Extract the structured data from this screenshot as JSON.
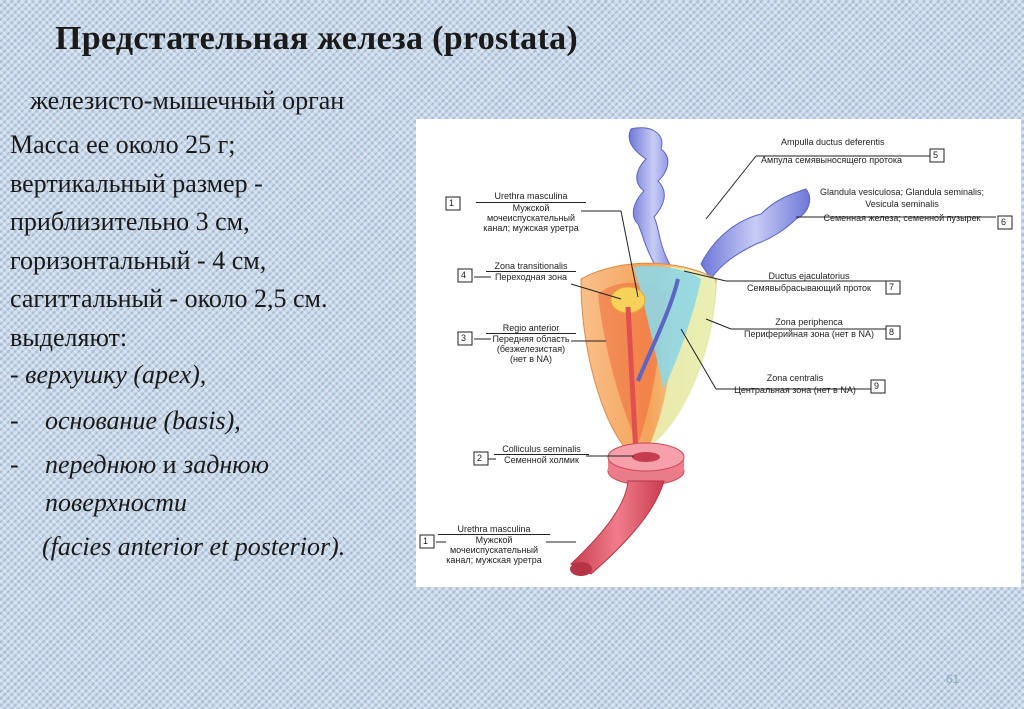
{
  "slide": {
    "title": "Предстательная железа  (prostata)",
    "subtitle": "железисто-мышечный орган",
    "facts": [
      "Масса ее около 25 г;",
      "вертикальный размер -",
      "приблизительно 3 см,",
      "горизонтальный - 4 см,",
      "сагиттальный - около 2,5 см.",
      "выделяют:"
    ],
    "list": {
      "apex": "- верхушку (apex),",
      "dash": "-",
      "basis": "основание (basis),",
      "surfaces_line1_a": "переднюю",
      "surfaces_conj": " и ",
      "surfaces_line1_b": "заднюю",
      "surfaces_line2": "поверхности",
      "facies": "(facies anterior et posterior)."
    },
    "page_number": "61"
  },
  "figure": {
    "labels": [
      {
        "num": "1",
        "latin": "Urethra masculina",
        "ru": [
          "Мужской",
          "мочеиспускательный",
          "канал; мужская уретра"
        ]
      },
      {
        "num": "4",
        "latin": "Zona transitionalis",
        "ru": [
          "Переходная зона"
        ]
      },
      {
        "num": "3",
        "latin": "Regio anterior",
        "ru": [
          "Передняя область",
          "(безжелезистая)",
          "(нет в NA)"
        ]
      },
      {
        "num": "2",
        "latin": "Colliculus seminalis",
        "ru": [
          "Семенной холмик"
        ]
      },
      {
        "num": "1",
        "latin": "Urethra masculina",
        "ru": [
          "Мужской",
          "мочеиспускательный",
          "канал; мужская уретра"
        ]
      },
      {
        "num": "5",
        "latin": "Ampulla ductus deferentis",
        "ru": [
          "Ампула семявыносящего протока"
        ]
      },
      {
        "num": "6",
        "latin": "Glandula vesiculosa; Glandula seminalis;",
        "latin2": "Vesicula seminalis",
        "ru": [
          "Семенная железа; семенной пузырек"
        ]
      },
      {
        "num": "7",
        "latin": "Ductus ejaculatorius",
        "ru": [
          "Семявыбрасывающий проток"
        ]
      },
      {
        "num": "8",
        "latin": "Zona periphenca",
        "ru": [
          "Периферийная зона (нет в NA)"
        ]
      },
      {
        "num": "9",
        "latin": "Zona centralis",
        "ru": [
          "Центральная зона (нет в NA)"
        ]
      }
    ]
  },
  "colors": {
    "background": "#c9d9ea",
    "prostata_outer": "#f5a35a",
    "prostata_inner": "#ef6a3c",
    "central_zone": "#8fd7e6",
    "urethra": "#e85a6a",
    "vesicles": "#9fa6e8",
    "peripheral": "#e9f0b4"
  }
}
